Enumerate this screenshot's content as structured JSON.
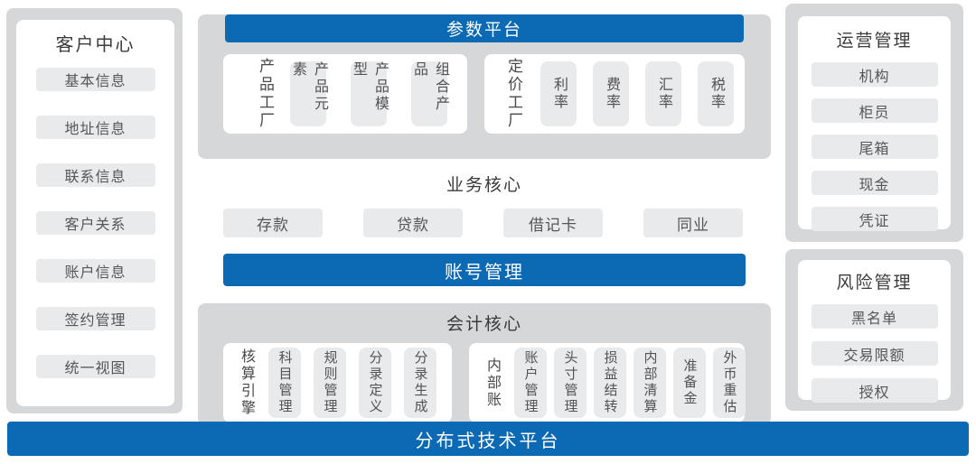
{
  "colors": {
    "accent_blue": "#0c69b3",
    "container_gray": "#d6d7d9",
    "chip_gray": "#e9eaeb"
  },
  "left_panel": {
    "title": "客户中心",
    "items": [
      "基本信息",
      "地址信息",
      "联系信息",
      "客户关系",
      "账户信息",
      "签约管理",
      "统一视图"
    ]
  },
  "middle": {
    "param_platform": {
      "banner": "参数平台",
      "product_factory": {
        "label": "产品工厂",
        "items": [
          "产品元素",
          "产品模型",
          "组合产品"
        ]
      },
      "pricing_factory": {
        "label": "定价工厂",
        "items": [
          "利率",
          "费率",
          "汇率",
          "税率"
        ]
      }
    },
    "business_core": {
      "title": "业务核心",
      "items": [
        "存款",
        "贷款",
        "借记卡",
        "同业"
      ]
    },
    "account_banner": "账号管理",
    "accounting_core": {
      "title": "会计核心",
      "engine": {
        "label": "核算引擎",
        "items": [
          "科目管理",
          "规则管理",
          "分录定义",
          "分录生成"
        ]
      },
      "internal": {
        "label": "内部账",
        "items": [
          "账户管理",
          "头寸管理",
          "损益结转",
          "内部清算",
          "准备金",
          "外币重估"
        ]
      }
    }
  },
  "right_panel": {
    "operations": {
      "title": "运营管理",
      "items": [
        "机构",
        "柜员",
        "尾箱",
        "现金",
        "凭证"
      ]
    },
    "risk": {
      "title": "风险管理",
      "items": [
        "黑名单",
        "交易限额",
        "授权"
      ]
    }
  },
  "bottom_banner": "分布式技术平台"
}
